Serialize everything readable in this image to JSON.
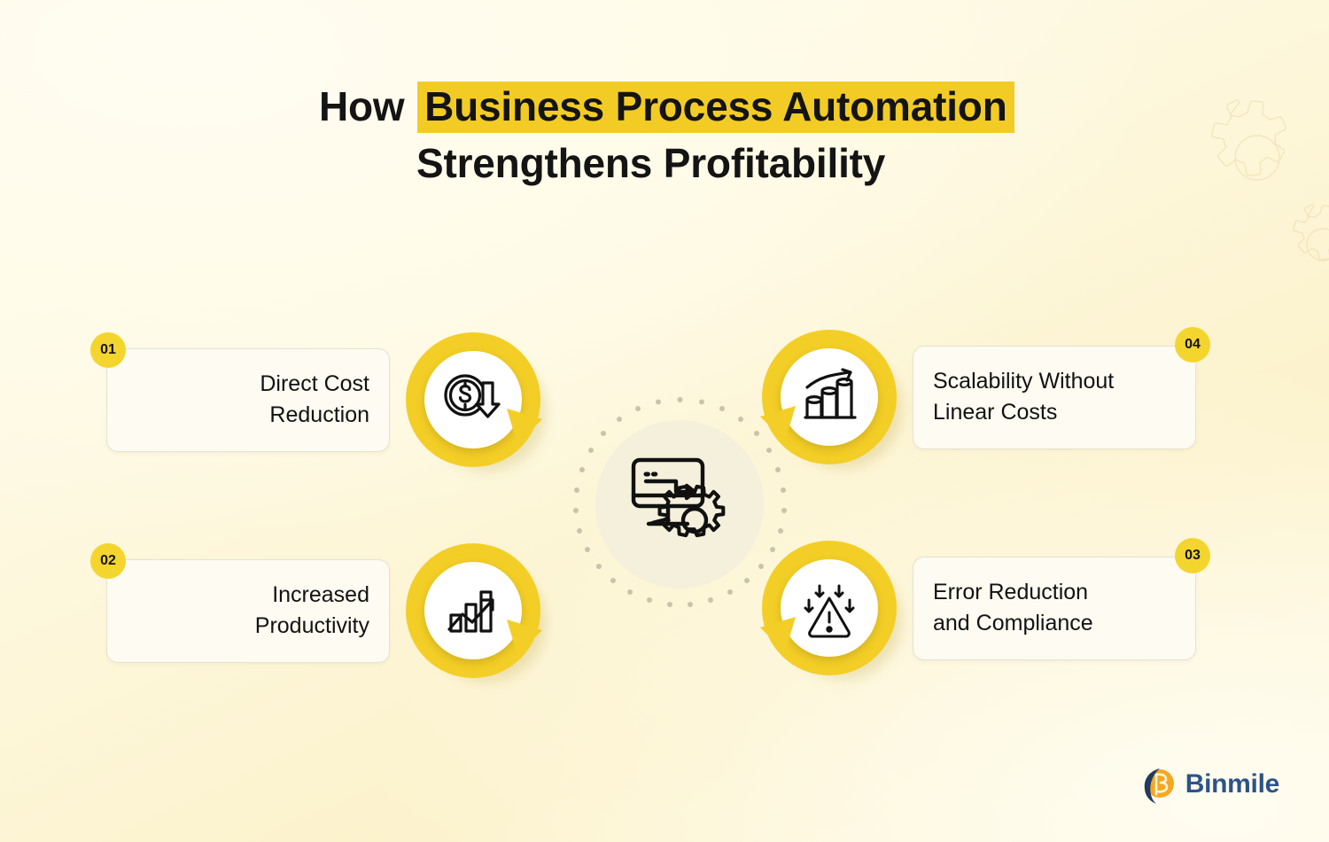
{
  "page": {
    "background_top": "#FFFCEC",
    "background_bottom": "#FDF5D2",
    "accent_yellow": "#F2CC24",
    "badge_yellow": "#F4D52E",
    "text_color": "#121212"
  },
  "title": {
    "line1_prefix": "How ",
    "line1_highlight": "Business Process Automation",
    "line2": "Strengthens Profitability"
  },
  "center": {
    "icon_name": "monitor-workflow-gear-icon",
    "label": ""
  },
  "decor": {
    "gears_icon": "gears-outline-icon",
    "dotted_ring_icon": "dotted-circle-icon"
  },
  "items": [
    {
      "number": "01",
      "title": "Direct Cost\nReduction",
      "title_line1": "Direct Cost",
      "title_line2": "Reduction",
      "icon_name": "dollar-arrow-down-icon",
      "side": "left"
    },
    {
      "number": "02",
      "title": "Increased\nProductivity",
      "title_line1": "Increased",
      "title_line2": "Productivity",
      "icon_name": "growth-chart-arrow-up-icon",
      "side": "left"
    },
    {
      "number": "03",
      "title": "Error Reduction\nand Compliance",
      "title_line1": "Error Reduction",
      "title_line2": "and Compliance",
      "icon_name": "warning-triangle-arrows-down-icon",
      "side": "right"
    },
    {
      "number": "04",
      "title": "Scalability Without\nLinear Costs",
      "title_line1": "Scalability Without",
      "title_line2": "Linear Costs",
      "icon_name": "bar-chart-arrow-up-icon",
      "side": "right"
    }
  ],
  "logo": {
    "name": "Binmile",
    "mark_icon": "binmile-logo-mark",
    "mark_color_primary": "#F5A623",
    "mark_color_secondary": "#1F3A63",
    "text_color": "#2C5387"
  }
}
